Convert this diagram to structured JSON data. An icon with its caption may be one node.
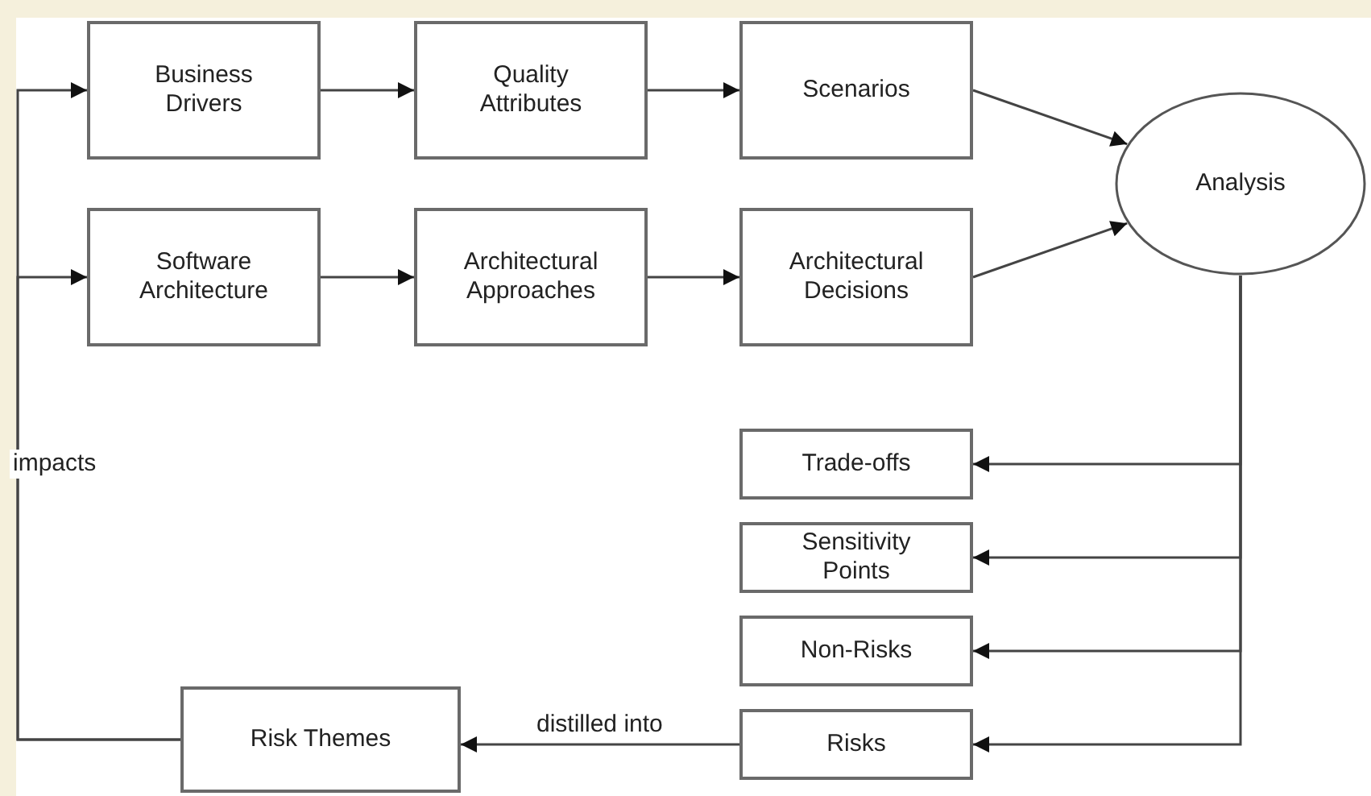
{
  "diagram": {
    "nodes": [
      {
        "text": [
          "Business Drivers"
        ]
      },
      {
        "text": [
          "Quality Attributes"
        ]
      },
      {
        "text": [
          "Scenarios"
        ]
      },
      {
        "text": [
          "Analysis"
        ]
      },
      {
        "text": [
          "Software Architecture"
        ]
      },
      {
        "text": [
          "Architectural Approaches"
        ]
      },
      {
        "text": [
          "Architectural Decisions"
        ]
      },
      {
        "text": [
          "Trade-offs"
        ]
      },
      {
        "text": [
          "Sensitivity Points"
        ]
      },
      {
        "text": [
          "Non-Risks"
        ]
      },
      {
        "text": [
          "Risks"
        ]
      },
      {
        "text": [
          "Risk Themes"
        ]
      }
    ],
    "edges": [
      {
        "from": 0,
        "to": 1,
        "arrow": "to"
      },
      {
        "from": 1,
        "to": 2,
        "arrow": "to"
      },
      {
        "from": 2,
        "to": 3,
        "arrow": "to"
      },
      {
        "from": 4,
        "to": 5,
        "arrow": "to"
      },
      {
        "from": 5,
        "to": 6,
        "arrow": "to"
      },
      {
        "from": 6,
        "to": 3,
        "arrow": "to"
      },
      {
        "from": 3,
        "to": 7,
        "arrow": "to"
      },
      {
        "from": 3,
        "to": 8,
        "arrow": "to"
      },
      {
        "from": 3,
        "to": 9,
        "arrow": "to"
      },
      {
        "from": 3,
        "to": 10,
        "arrow": "to"
      },
      {
        "from": 10,
        "to": 11,
        "label": "distilled into",
        "arrow": "to"
      },
      {
        "from": 11,
        "to": 0,
        "arrow": "to"
      },
      {
        "from": 11,
        "to": 4,
        "label": "impacts",
        "arrow": "to"
      }
    ]
  }
}
